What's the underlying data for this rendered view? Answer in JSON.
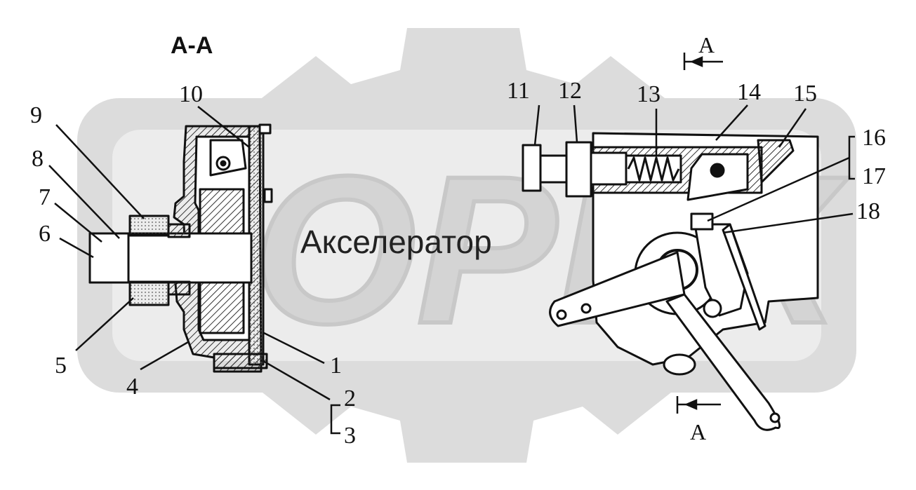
{
  "diagram": {
    "section_title": "А-А",
    "caption": "Акселератор",
    "section_marks": {
      "top": "А",
      "bottom": "А"
    },
    "watermark": {
      "text": "OPEX",
      "color": "#dcdcdc"
    },
    "callouts": [
      "1",
      "2",
      "3",
      "4",
      "5",
      "6",
      "7",
      "8",
      "9",
      "10",
      "11",
      "12",
      "13",
      "14",
      "15",
      "16",
      "17",
      "18"
    ],
    "colors": {
      "ink": "#111111",
      "watermark": "#d9d9d9",
      "hatch": "#333333"
    }
  }
}
